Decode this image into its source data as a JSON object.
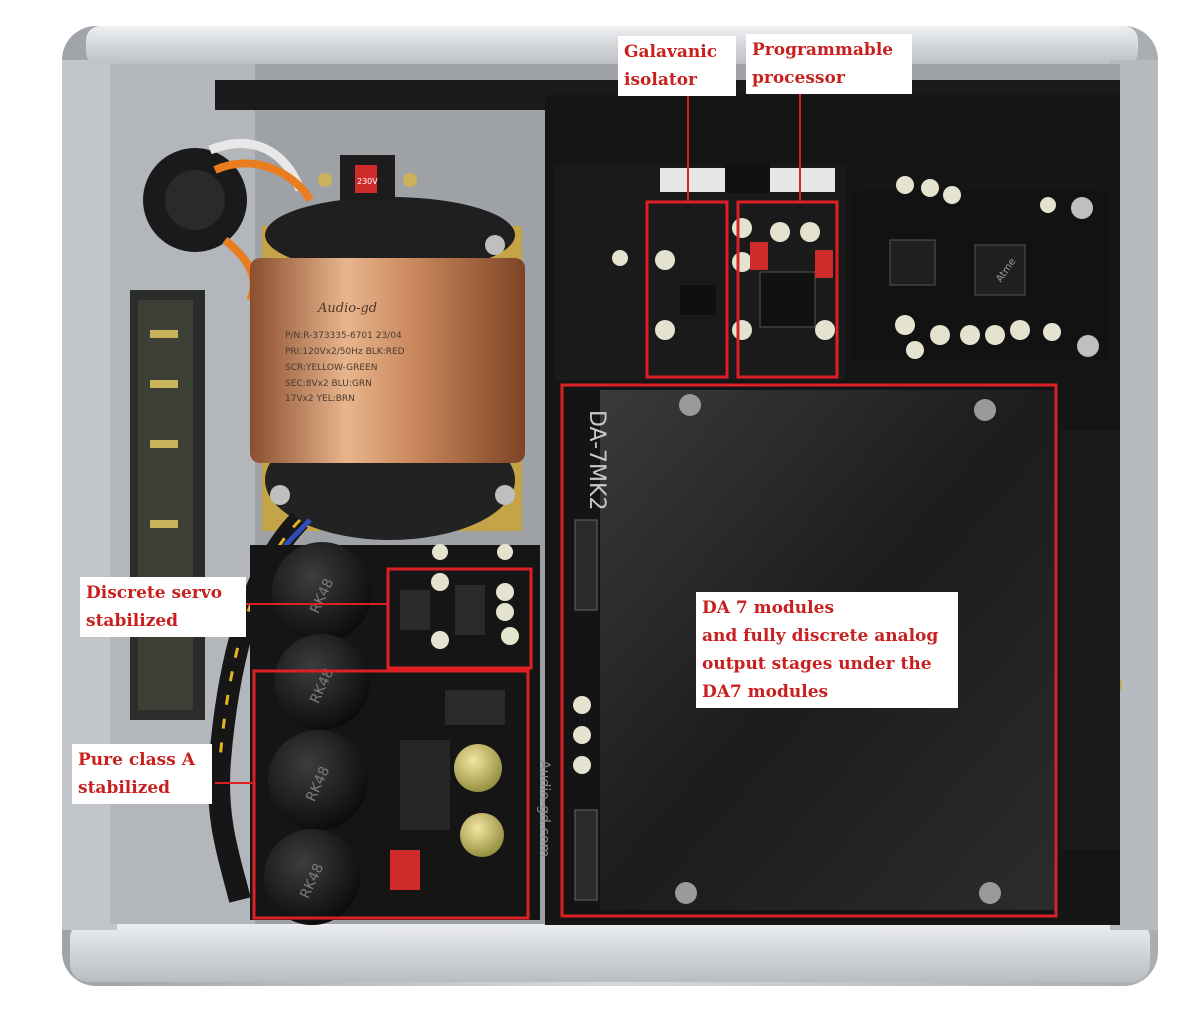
{
  "callouts": {
    "galvanic_isolator": {
      "lines": [
        "Galavanic",
        "isolator"
      ]
    },
    "programmable_processor": {
      "lines": [
        "Programmable",
        "processor"
      ]
    },
    "discrete_servo": {
      "lines": [
        "Discrete servo",
        "stabilized"
      ]
    },
    "pure_class_a": {
      "lines": [
        "Pure class A",
        "stabilized"
      ]
    },
    "da7_modules": {
      "lines": [
        "DA 7 modules",
        "and fully discrete analog",
        "output stages under the",
        "DA7 modules"
      ]
    }
  },
  "board_markings": {
    "module_silkscreen": "DA-7MK2",
    "capacitor_text": "RK48",
    "transformer_brand": "Audio-gd",
    "transformer_pn": "P/N:R-373335-6701 23/04",
    "transformer_pri": "PRI:120Vx2/50Hz  BLK:RED",
    "transformer_scr": "SCR:YELLOW-GREEN",
    "transformer_sec": "SEC:8Vx2         BLU:GRN",
    "transformer_sec2": "17Vx2           YEL:BRN",
    "voltage_switch": "230V",
    "chip_text": "Atme",
    "brand_vertical": "Audio-gd.com"
  },
  "colors": {
    "callout_red": "#c8201f",
    "chassis_silver": "#cfd2d6",
    "pcb_black": "#141414",
    "copper": "#c9875b"
  }
}
